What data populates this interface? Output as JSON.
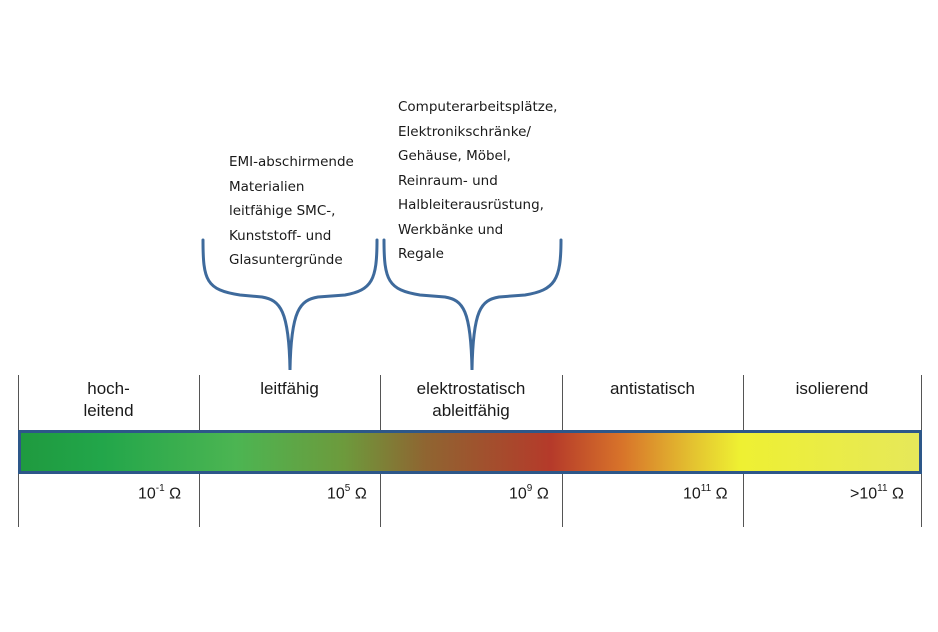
{
  "notes": {
    "emi": [
      "EMI-abschirmende",
      "Materialien",
      "leitfähige SMC-,",
      "Kunststoff- und",
      "Glasuntergründe"
    ],
    "computer": [
      "Computerarbeitsplätze,",
      "Elektronikschränke/",
      "Gehäuse, Möbel,",
      "Reinraum- und",
      "Halbleiterausrüstung,",
      "Werkbänke und",
      "Regale"
    ]
  },
  "categories": [
    {
      "lines": [
        "hoch-",
        "leitend"
      ]
    },
    {
      "lines": [
        "leitfähig"
      ]
    },
    {
      "lines": [
        "elektrostatisch",
        "ableitfähig"
      ]
    },
    {
      "lines": [
        "antistatisch"
      ]
    },
    {
      "lines": [
        "isolierend"
      ]
    }
  ],
  "resistance": [
    {
      "prefix": "",
      "base": "10",
      "exp": "-1",
      "unit": "Ω"
    },
    {
      "prefix": "",
      "base": "10",
      "exp": "5",
      "unit": "Ω"
    },
    {
      "prefix": "",
      "base": "10",
      "exp": "9",
      "unit": "Ω"
    },
    {
      "prefix": "",
      "base": "10",
      "exp": "11",
      "unit": "Ω"
    },
    {
      "prefix": ">",
      "base": "10",
      "exp": "11",
      "unit": "Ω"
    }
  ],
  "colors": {
    "bar_border": "#2d5789",
    "brace": "#3e6a9c",
    "gradient_start": "#1f9a3f",
    "gradient_mid": "#b53a2a",
    "gradient_end": "#e6e85a"
  }
}
